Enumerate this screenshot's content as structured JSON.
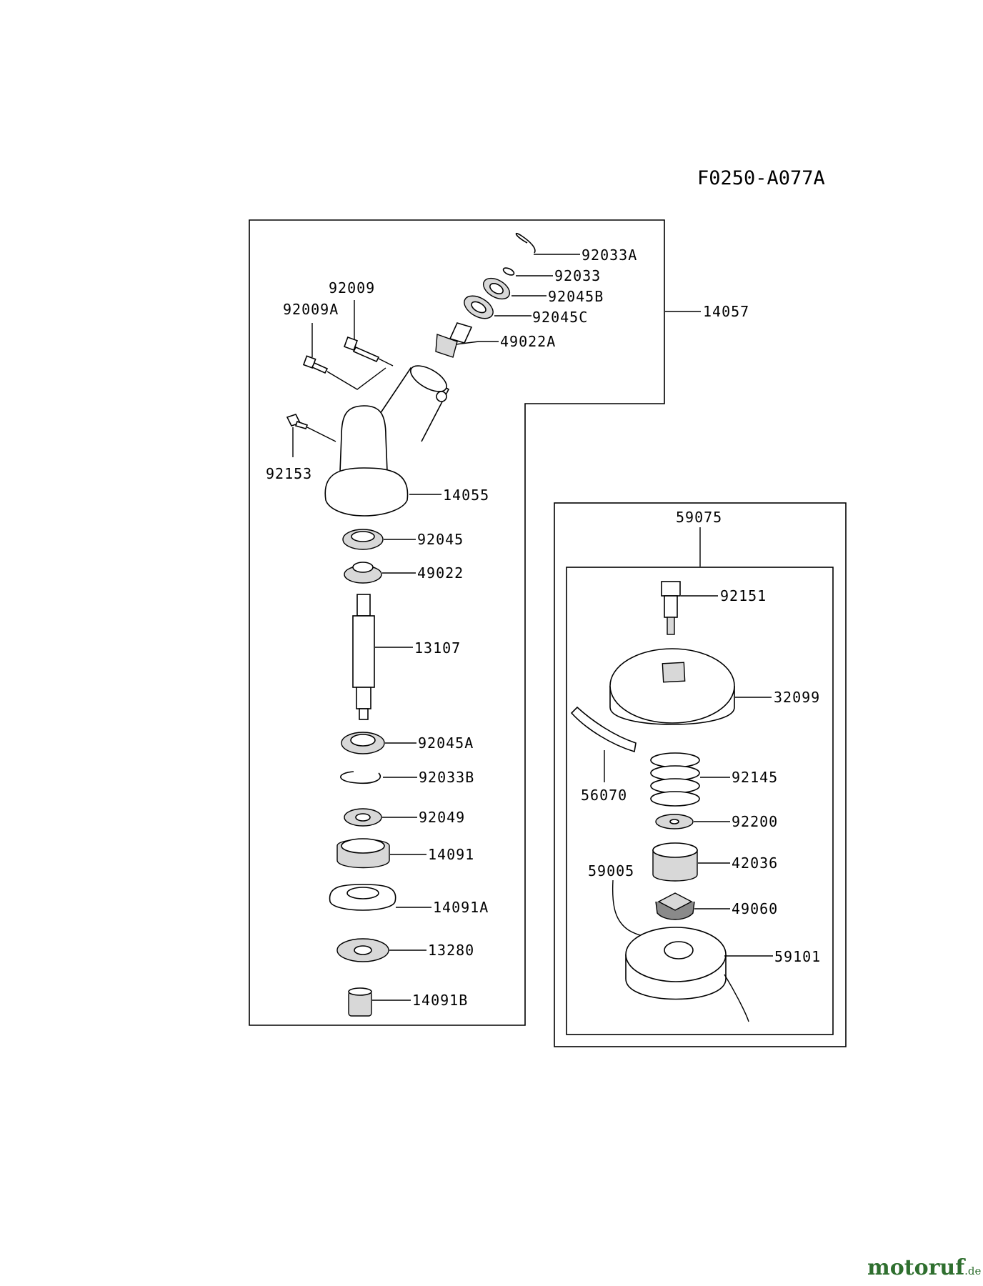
{
  "diagram_code": "F0250-A077A",
  "watermark": {
    "brand": "motoruf",
    "tld": ".de"
  },
  "labels": {
    "l_92033A": "92033A",
    "l_92033": "92033",
    "l_92045B": "92045B",
    "l_92045C": "92045C",
    "l_49022A": "49022A",
    "l_92009": "92009",
    "l_92009A": "92009A",
    "l_14057": "14057",
    "l_92153": "92153",
    "l_14055": "14055",
    "l_92045": "92045",
    "l_49022": "49022",
    "l_13107": "13107",
    "l_92045A": "92045A",
    "l_92033B": "92033B",
    "l_92049": "92049",
    "l_14091": "14091",
    "l_14091A": "14091A",
    "l_13280": "13280",
    "l_14091B": "14091B",
    "l_59075": "59075",
    "l_92151": "92151",
    "l_32099": "32099",
    "l_56070": "56070",
    "l_92145": "92145",
    "l_92200": "92200",
    "l_42036": "42036",
    "l_59005": "59005",
    "l_49060": "49060",
    "l_59101": "59101"
  }
}
